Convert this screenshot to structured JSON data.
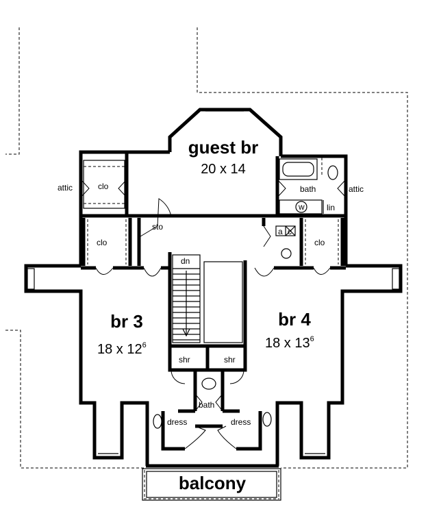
{
  "rooms": {
    "guest_br": {
      "name": "guest br",
      "dims": "20 x 14"
    },
    "br3": {
      "name": "br 3",
      "dims_base": "18 x 12",
      "dims_sup": "6"
    },
    "br4": {
      "name": "br 4",
      "dims_base": "18 x 13",
      "dims_sup": "6"
    },
    "balcony": {
      "name": "balcony"
    }
  },
  "labels": {
    "attic_left": "attic",
    "attic_right": "attic",
    "clo_top_left": "clo",
    "clo_mid_left": "clo",
    "clo_mid_right": "clo",
    "bath_top": "bath",
    "washer": "w",
    "linen": "lin",
    "storage": "sto",
    "ac_a": "a",
    "ac_c": "c",
    "stairs_down": "dn",
    "shower_left": "shr",
    "shower_right": "shr",
    "bath_center": "bath",
    "dress_left": "dress",
    "dress_right": "dress"
  }
}
